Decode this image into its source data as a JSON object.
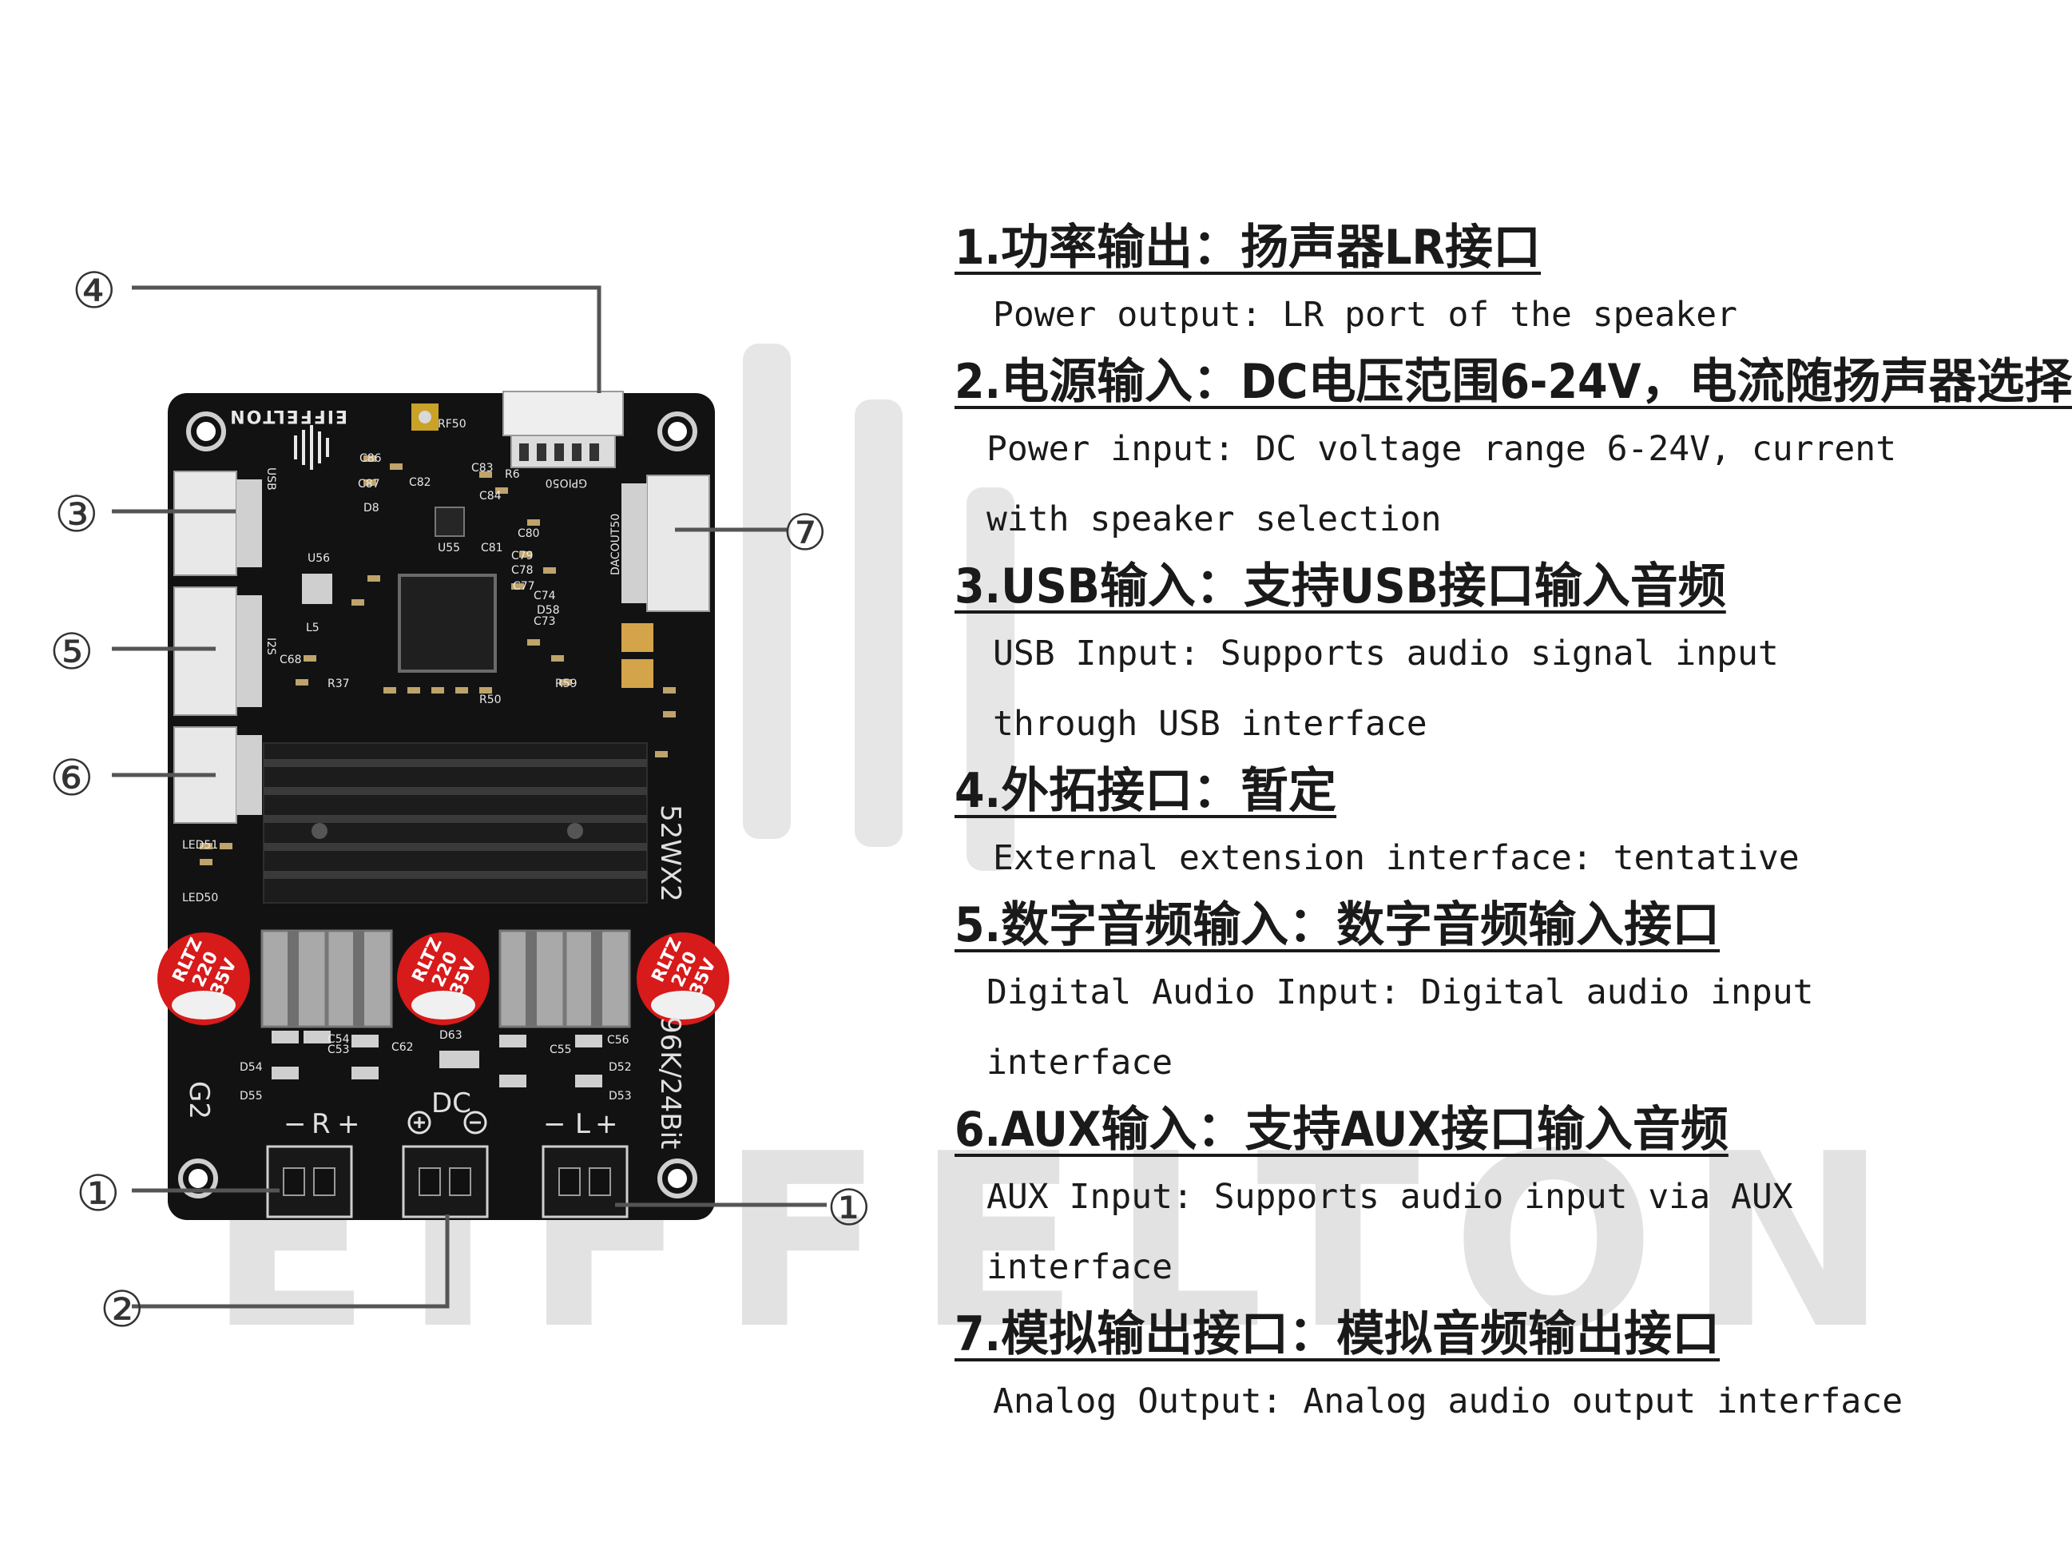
{
  "watermark": "EIFFELTON",
  "board": {
    "brand": "EIFFELTON",
    "model": "52WX2",
    "spec": "96K/24Bit",
    "version": "G2",
    "dc_label": "DC",
    "r_label": "R",
    "l_label": "L",
    "minus": "−",
    "plus": "+",
    "gpio_label": "GPIO50",
    "dac_label": "DACOUT50",
    "rf_label": "RF50",
    "usb_label": "USB",
    "i2s_label": "I2S",
    "led51": "LED51",
    "led50": "LED50",
    "capacitor_text": [
      "RLTZ",
      "220",
      "35V"
    ],
    "component_labels": [
      "C86",
      "C87",
      "C82",
      "D8",
      "R6",
      "U55",
      "U56",
      "C83",
      "C84",
      "C81",
      "C80",
      "C79",
      "C78",
      "C77",
      "C74",
      "D58",
      "C73",
      "L5",
      "C68",
      "R37",
      "R50",
      "R59",
      "C53",
      "D54",
      "D55",
      "D63",
      "C62",
      "C54",
      "C55",
      "D52",
      "D53",
      "C56"
    ],
    "callouts": [
      "④",
      "③",
      "⑤",
      "⑥",
      "⑦",
      "①",
      "①",
      "②"
    ]
  },
  "legend": [
    {
      "title": "1.功率输出：扬声器LR接口",
      "desc": "Power output: LR port of the speaker"
    },
    {
      "title": "2.电源输入：DC电压范围6-24V，电流随扬声器选择",
      "desc": "Power input: DC voltage range 6-24V, current with speaker selection"
    },
    {
      "title": "3.USB输入：支持USB接口输入音频",
      "desc": "USB Input: Supports audio signal input through USB interface"
    },
    {
      "title": "4.外拓接口：暂定",
      "desc": "External extension interface: tentative"
    },
    {
      "title": "5.数字音频输入：数字音频输入接口",
      "desc": "Digital Audio Input: Digital audio input interface"
    },
    {
      "title": "6.AUX输入：支持AUX接口输入音频",
      "desc": "AUX Input: Supports audio input via AUX interface"
    },
    {
      "title": "7.模拟输出接口：模拟音频输出接口",
      "desc": "Analog Output: Analog audio output interface"
    }
  ]
}
